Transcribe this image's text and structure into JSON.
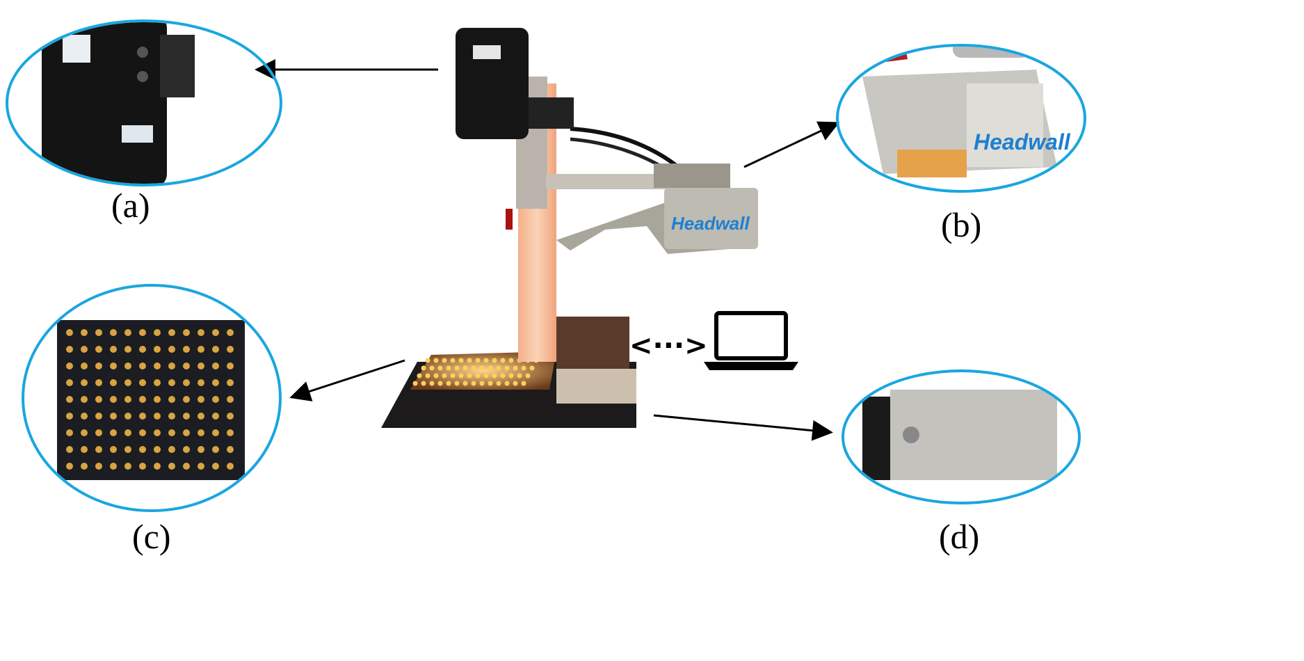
{
  "figure": {
    "labels": {
      "a": "(a)",
      "b": "(b)",
      "c": "(c)",
      "d": "(d)"
    },
    "brand_logo": "Headwall",
    "connection_symbol": "<···>",
    "colors": {
      "ellipse": "#1aa6e0",
      "arrow": "#000000",
      "logo": "#1e7fd0",
      "seed": "#d9a441"
    }
  }
}
